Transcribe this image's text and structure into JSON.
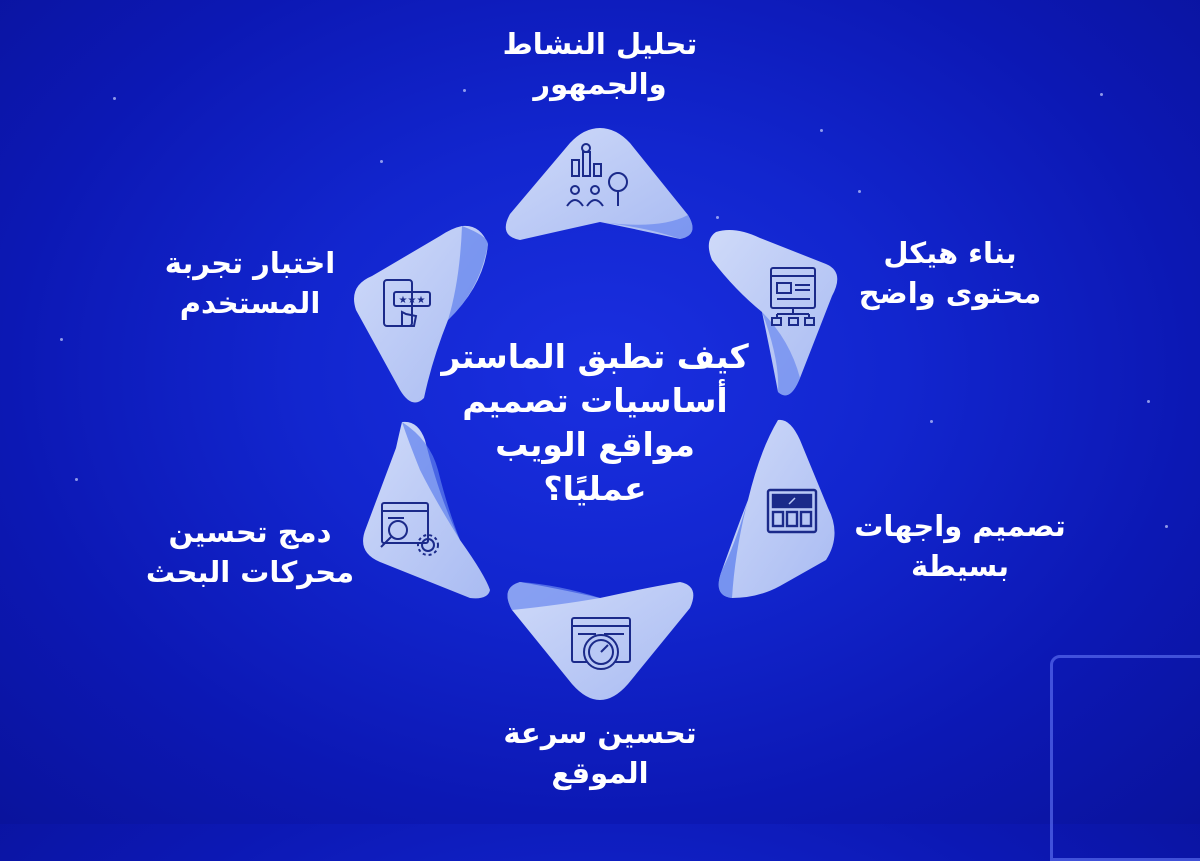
{
  "center_title": {
    "line1": "كيف تطبق الماستر",
    "line2": "أساسيات تصميم",
    "line3": "مواقع الويب",
    "line4": "عمليًا؟"
  },
  "steps": [
    {
      "icon": "analytics-audience-icon",
      "line1": "تحليل النشاط",
      "line2": "والجمهور"
    },
    {
      "icon": "sitemap-structure-icon",
      "line1": "بناء هيكل",
      "line2": "محتوى واضح"
    },
    {
      "icon": "interface-layout-icon",
      "line1": "تصميم واجهات",
      "line2": "بسيطة"
    },
    {
      "icon": "speed-gauge-icon",
      "line1": "تحسين سرعة",
      "line2": "الموقع"
    },
    {
      "icon": "seo-gear-icon",
      "line1": "دمج تحسين",
      "line2": "محركات البحث"
    },
    {
      "icon": "rating-test-icon",
      "line1": "اختبار تجربة",
      "line2": "المستخدم"
    }
  ],
  "colors": {
    "background": "#1226cf",
    "petal": "#b9c8f5",
    "petal_shadow": "#5f80ee",
    "icon": "#1b2a8a",
    "text": "#ffffff"
  }
}
